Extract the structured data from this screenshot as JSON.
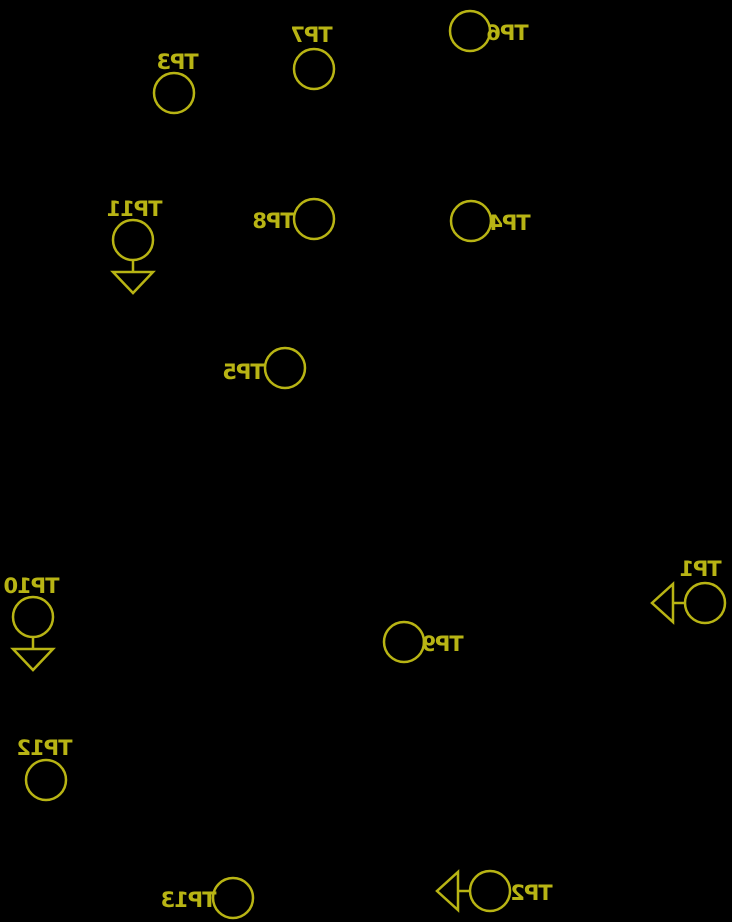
{
  "colors": {
    "background": "#000000",
    "silkscreen": "#b8b414"
  },
  "board": {
    "mirrored_text": true,
    "test_points": [
      {
        "ref": "TP1",
        "marker": "arrow-left"
      },
      {
        "ref": "TP2",
        "marker": "arrow-left"
      },
      {
        "ref": "TP3",
        "marker": "none"
      },
      {
        "ref": "TP4",
        "marker": "none"
      },
      {
        "ref": "TP5",
        "marker": "none"
      },
      {
        "ref": "TP6",
        "marker": "none"
      },
      {
        "ref": "TP7",
        "marker": "none"
      },
      {
        "ref": "TP8",
        "marker": "none"
      },
      {
        "ref": "TP9",
        "marker": "none"
      },
      {
        "ref": "TP10",
        "marker": "ground"
      },
      {
        "ref": "TP11",
        "marker": "ground"
      },
      {
        "ref": "TP12",
        "marker": "none"
      },
      {
        "ref": "TP13",
        "marker": "none"
      }
    ]
  }
}
